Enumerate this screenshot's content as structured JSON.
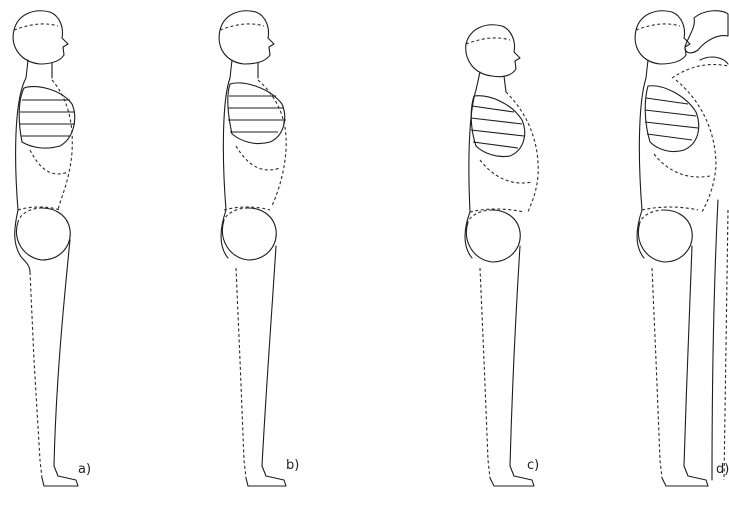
{
  "figures": [
    {
      "id": "a",
      "label": "a)"
    },
    {
      "id": "b",
      "label": "b)"
    },
    {
      "id": "c",
      "label": "c)"
    },
    {
      "id": "d",
      "label": "d)"
    }
  ]
}
